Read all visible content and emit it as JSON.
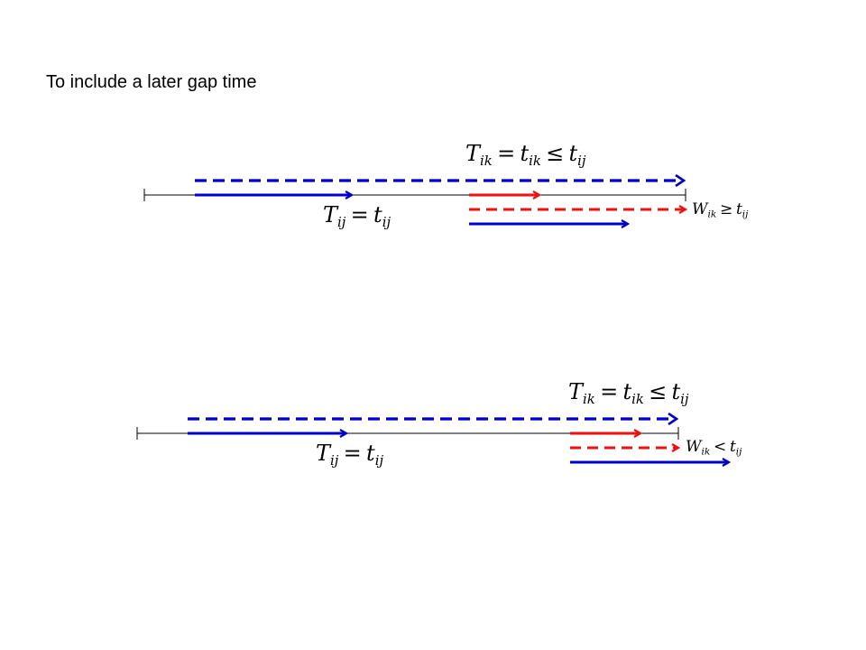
{
  "slide": {
    "title": "To include a later gap time"
  },
  "colors": {
    "blue": "#0000cc",
    "red": "#ee1111",
    "axis": "#000000"
  },
  "panels": [
    {
      "upper": {
        "lhs": "T",
        "lhs_sub": "ik",
        "op1": "=",
        "mid": "t",
        "mid_sub": "ik",
        "op2": "≤",
        "rhs": "t",
        "rhs_sub": "ij"
      },
      "lower": {
        "lhs": "T",
        "lhs_sub": "ij",
        "op1": "=",
        "rhs": "t",
        "rhs_sub": "ij"
      },
      "condition": {
        "lhs": "W",
        "lhs_sub": "ik",
        "op": "≥",
        "rhs": "t",
        "rhs_sub": "ij"
      }
    },
    {
      "upper": {
        "lhs": "T",
        "lhs_sub": "ik",
        "op1": "=",
        "mid": "t",
        "mid_sub": "ik",
        "op2": "≤",
        "rhs": "t",
        "rhs_sub": "ij"
      },
      "lower": {
        "lhs": "T",
        "lhs_sub": "ij",
        "op1": "=",
        "rhs": "t",
        "rhs_sub": "ij"
      },
      "condition": {
        "lhs": "W",
        "lhs_sub": "ik",
        "op": "<",
        "rhs": "t",
        "rhs_sub": "ij"
      }
    }
  ]
}
